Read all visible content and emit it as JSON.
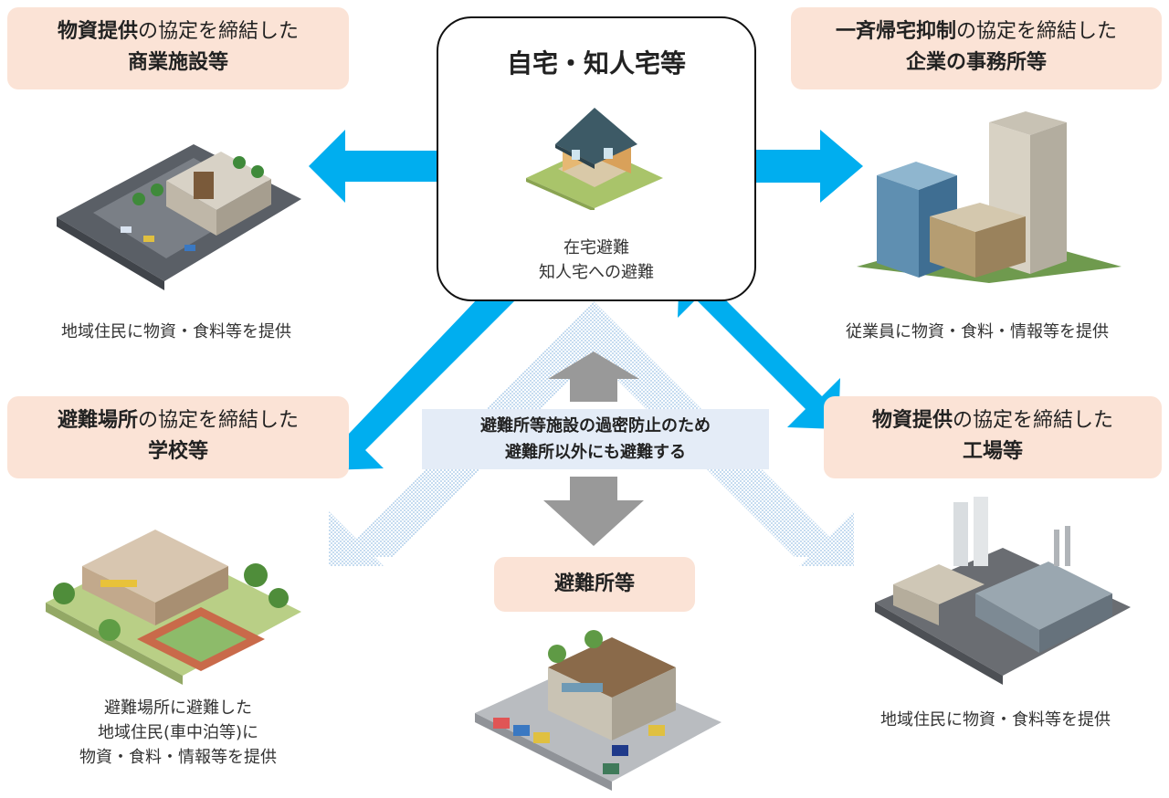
{
  "home": {
    "title": "自宅・知人宅等",
    "sub_line1": "在宅避難",
    "sub_line2": "知人宅への避難"
  },
  "commercial": {
    "emph": "物資提供",
    "rest": "の協定を締結した",
    "line2": "商業施設等",
    "caption": "地域住民に物資・食料等を提供"
  },
  "office": {
    "emph": "一斉帰宅抑制",
    "rest": "の協定を締結した",
    "line2": "企業の事務所等",
    "caption": "従業員に物資・食料・情報等を提供"
  },
  "school": {
    "emph": "避難場所",
    "rest": "の協定を締結した",
    "line2": "学校等",
    "caption_line1": "避難場所に避難した",
    "caption_line2": "地域住民(車中泊等)に",
    "caption_line3": "物資・食料・情報等を提供"
  },
  "factory": {
    "emph": "物資提供",
    "rest": "の協定を締結した",
    "line2": "工場等",
    "caption": "地域住民に物資・食料等を提供"
  },
  "center_note": {
    "line1": "避難所等施設の過密防止のため",
    "line2": "避難所以外にも避難する"
  },
  "shelter": {
    "label": "避難所等"
  },
  "colors": {
    "label_bg": "#fbe3d6",
    "arrow_blue": "#00aeef",
    "arrow_gray": "#999999",
    "hatch_blue": "#9ec3e6"
  }
}
